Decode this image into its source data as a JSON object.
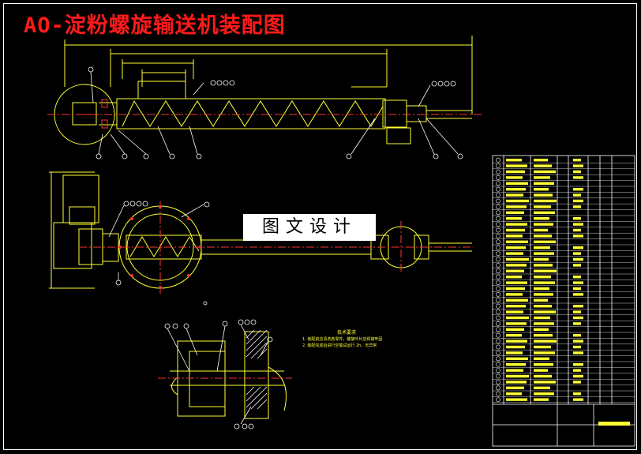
{
  "drawing": {
    "title": "AO-淀粉螺旋输送机装配图",
    "watermark": "图文设计"
  },
  "colors": {
    "background": "#000000",
    "frame": "#ffffff",
    "title": "#ff1a1a",
    "geometry": "#ffff33",
    "centerline": "#ff3333",
    "annotation": "#ffffff"
  },
  "views": [
    {
      "name": "front-view",
      "kind": "elevation"
    },
    {
      "name": "plan-view",
      "kind": "plan"
    },
    {
      "name": "detail-view",
      "kind": "section"
    }
  ],
  "technical_requirements": {
    "heading": "技术要求",
    "lines": [
      "1. 装配前应清洗各零件，螺旋叶片应焊接牢固",
      "2. 装配完成后进行空载试运行 2h，无异常"
    ]
  },
  "parts_list": {
    "row_count": 42,
    "title_block_label": "淀粉螺旋输送机"
  }
}
